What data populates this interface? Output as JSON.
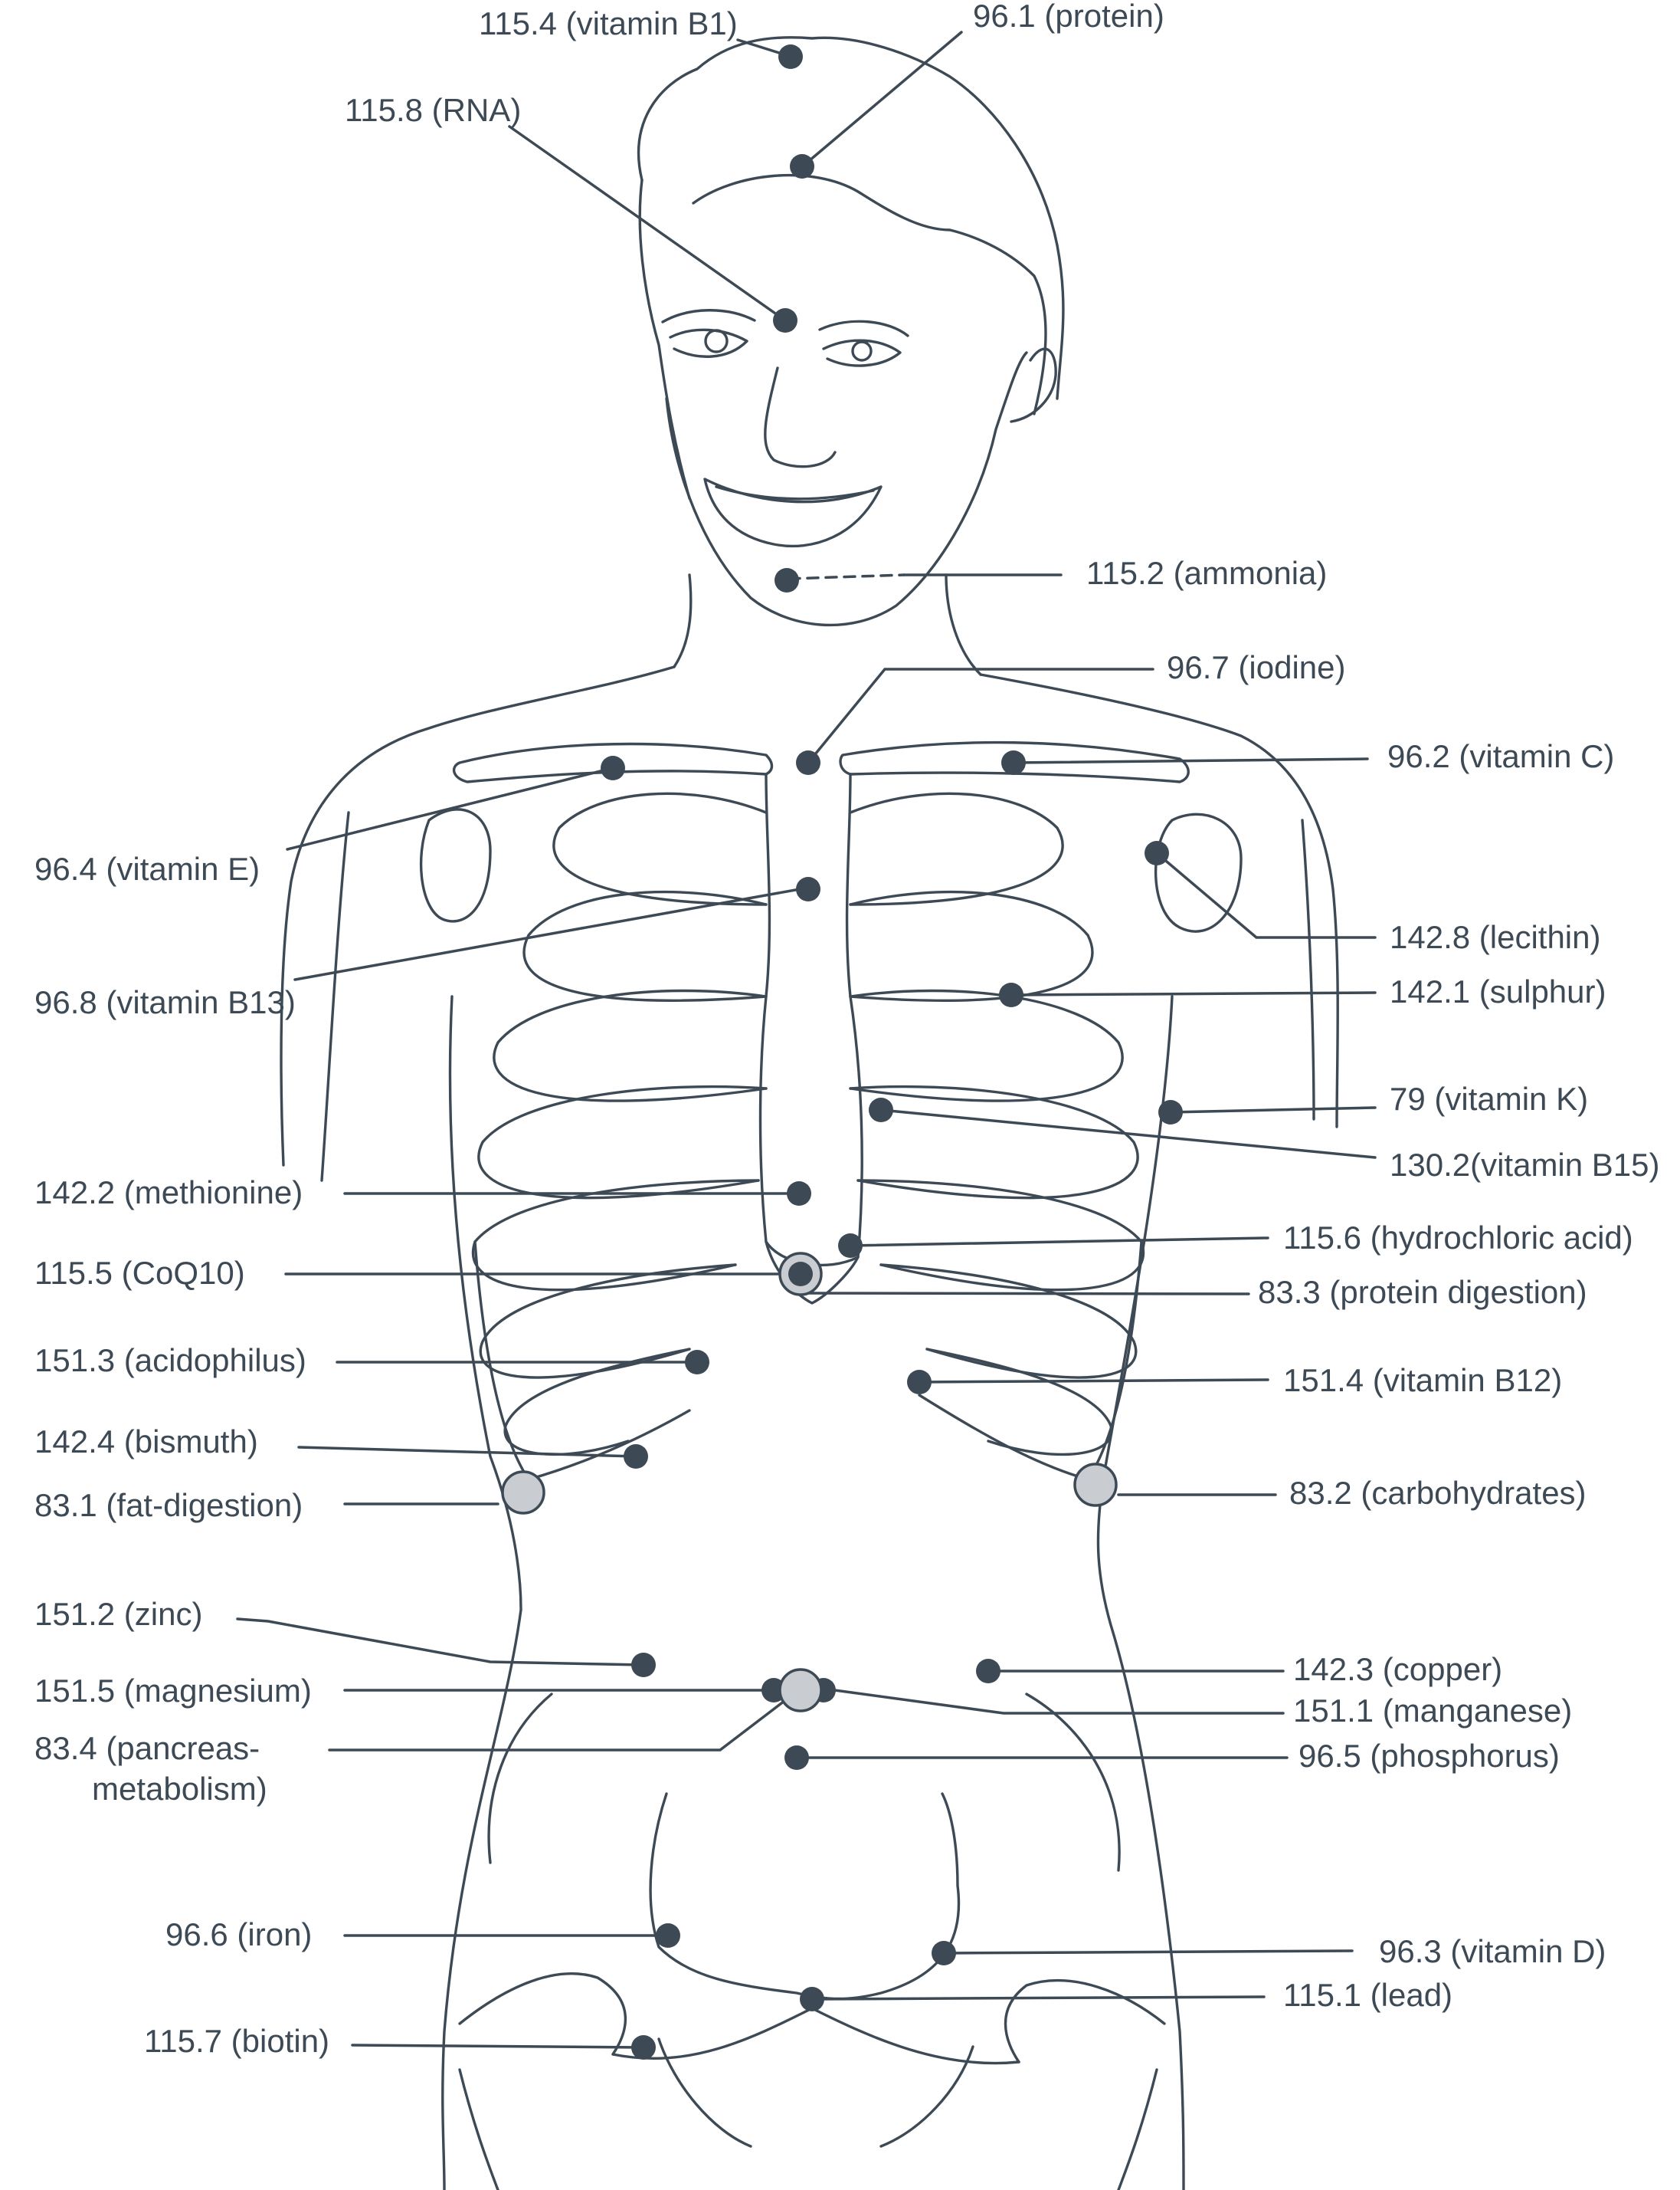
{
  "colors": {
    "ink": "#3d4a55",
    "marker_light": "#c9cdd1",
    "background": "#ffffff"
  },
  "labels": [
    {
      "id": "vitamin-b1",
      "text": "115.4 (vitamin B1)"
    },
    {
      "id": "protein",
      "text": "96.1 (protein)"
    },
    {
      "id": "rna",
      "text": "115.8 (RNA)"
    },
    {
      "id": "ammonia",
      "text": "115.2 (ammonia)"
    },
    {
      "id": "iodine",
      "text": "96.7 (iodine)"
    },
    {
      "id": "vitamin-c",
      "text": "96.2 (vitamin C)"
    },
    {
      "id": "vitamin-e",
      "text": "96.4 (vitamin E)"
    },
    {
      "id": "lecithin",
      "text": "142.8 (lecithin)"
    },
    {
      "id": "vitamin-b13",
      "text": "96.8 (vitamin B13)"
    },
    {
      "id": "sulphur",
      "text": "142.1 (sulphur)"
    },
    {
      "id": "vitamin-k",
      "text": "79 (vitamin K)"
    },
    {
      "id": "vitamin-b15",
      "text": "130.2(vitamin B15)"
    },
    {
      "id": "methionine",
      "text": "142.2 (methionine)"
    },
    {
      "id": "hydrochloric-acid",
      "text": "115.6 (hydrochloric acid)"
    },
    {
      "id": "coq10",
      "text": "115.5 (CoQ10)"
    },
    {
      "id": "protein-digestion",
      "text": "83.3 (protein digestion)"
    },
    {
      "id": "acidophilus",
      "text": "151.3 (acidophilus)"
    },
    {
      "id": "vitamin-b12",
      "text": "151.4 (vitamin B12)"
    },
    {
      "id": "bismuth",
      "text": "142.4 (bismuth)"
    },
    {
      "id": "fat-digestion",
      "text": "83.1 (fat-digestion)"
    },
    {
      "id": "carbohydrates",
      "text": "83.2 (carbohydrates)"
    },
    {
      "id": "zinc",
      "text": "151.2 (zinc)"
    },
    {
      "id": "copper",
      "text": "142.3 (copper)"
    },
    {
      "id": "magnesium",
      "text": "151.5 (magnesium)"
    },
    {
      "id": "manganese",
      "text": "151.1 (manganese)"
    },
    {
      "id": "pancreas-1",
      "text": "83.4 (pancreas-"
    },
    {
      "id": "pancreas-2",
      "text": "metabolism)"
    },
    {
      "id": "phosphorus",
      "text": "96.5 (phosphorus)"
    },
    {
      "id": "iron",
      "text": "96.6 (iron)"
    },
    {
      "id": "vitamin-d",
      "text": "96.3 (vitamin D)"
    },
    {
      "id": "lead",
      "text": "115.1 (lead)"
    },
    {
      "id": "biotin",
      "text": "115.7 (biotin)"
    }
  ]
}
